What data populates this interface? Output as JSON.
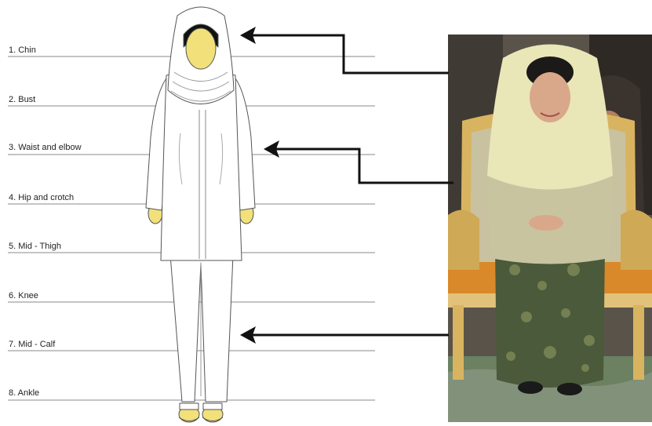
{
  "measurements": [
    {
      "label": "1. Chin"
    },
    {
      "label": "2. Bust"
    },
    {
      "label": "3. Waist and elbow"
    },
    {
      "label": "4. Hip and crotch"
    },
    {
      "label": "5. Mid - Thigh"
    },
    {
      "label": "6. Knee"
    },
    {
      "label": "7. Mid - Calf"
    },
    {
      "label": "8. Ankle"
    }
  ],
  "colors": {
    "skin": "#f2e07a",
    "outfit": "#ffffff",
    "line": "#555555",
    "arrow": "#111111",
    "veil_photo": "#e9e6b8",
    "chair_gold": "#d8b460",
    "cushion": "#d9892a",
    "batik": "#4a5a3a",
    "suit": "#3a332e"
  },
  "icons": [
    "arrow-left-icon",
    "arrow-left-icon",
    "arrow-left-icon"
  ]
}
